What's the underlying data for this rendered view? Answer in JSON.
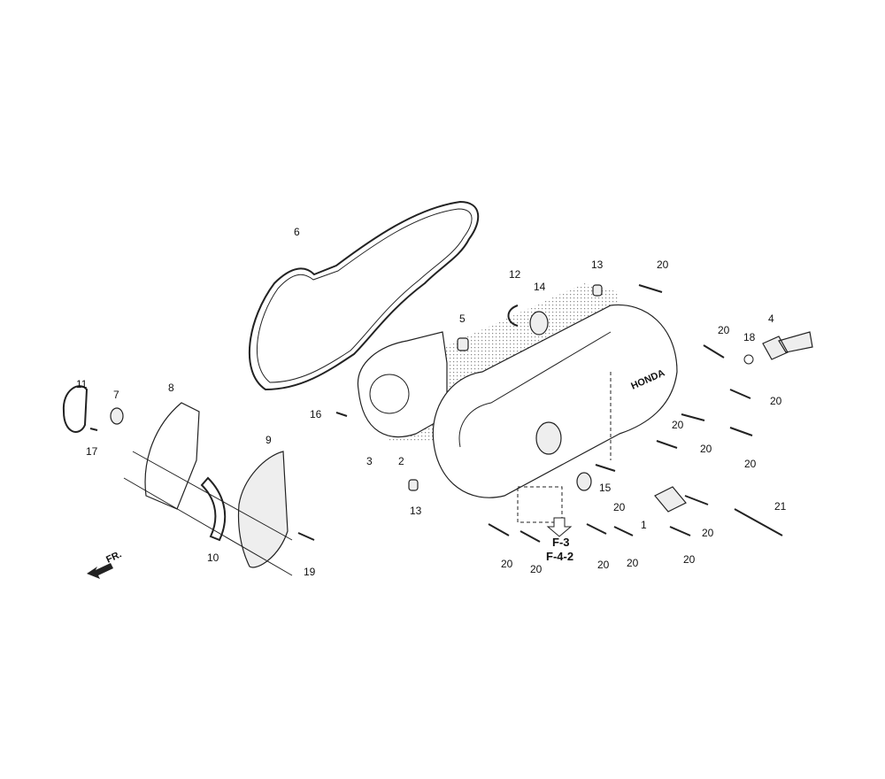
{
  "diagram": {
    "callouts": [
      {
        "id": "6",
        "text": "6"
      },
      {
        "id": "13a",
        "text": "13"
      },
      {
        "id": "20a",
        "text": "20"
      },
      {
        "id": "12",
        "text": "12"
      },
      {
        "id": "14",
        "text": "14"
      },
      {
        "id": "5",
        "text": "5"
      },
      {
        "id": "4",
        "text": "4"
      },
      {
        "id": "20b",
        "text": "20"
      },
      {
        "id": "18",
        "text": "18"
      },
      {
        "id": "11",
        "text": "11"
      },
      {
        "id": "7",
        "text": "7"
      },
      {
        "id": "8",
        "text": "8"
      },
      {
        "id": "20c",
        "text": "20"
      },
      {
        "id": "16",
        "text": "16"
      },
      {
        "id": "20d",
        "text": "20"
      },
      {
        "id": "9",
        "text": "9"
      },
      {
        "id": "17",
        "text": "17"
      },
      {
        "id": "3",
        "text": "3"
      },
      {
        "id": "2",
        "text": "2"
      },
      {
        "id": "20e",
        "text": "20"
      },
      {
        "id": "20f",
        "text": "20"
      },
      {
        "id": "15",
        "text": "15"
      },
      {
        "id": "13b",
        "text": "13"
      },
      {
        "id": "20g",
        "text": "20"
      },
      {
        "id": "21",
        "text": "21"
      },
      {
        "id": "1",
        "text": "1"
      },
      {
        "id": "20h",
        "text": "20"
      },
      {
        "id": "10",
        "text": "10"
      },
      {
        "id": "20i",
        "text": "20"
      },
      {
        "id": "20j",
        "text": "20"
      },
      {
        "id": "20k",
        "text": "20"
      },
      {
        "id": "20l",
        "text": "20"
      },
      {
        "id": "20m",
        "text": "20"
      },
      {
        "id": "19",
        "text": "19"
      }
    ],
    "references": [
      "F-3",
      "F-4-2"
    ],
    "front_indicator": "FR.",
    "brand_mark": "HONDA"
  }
}
